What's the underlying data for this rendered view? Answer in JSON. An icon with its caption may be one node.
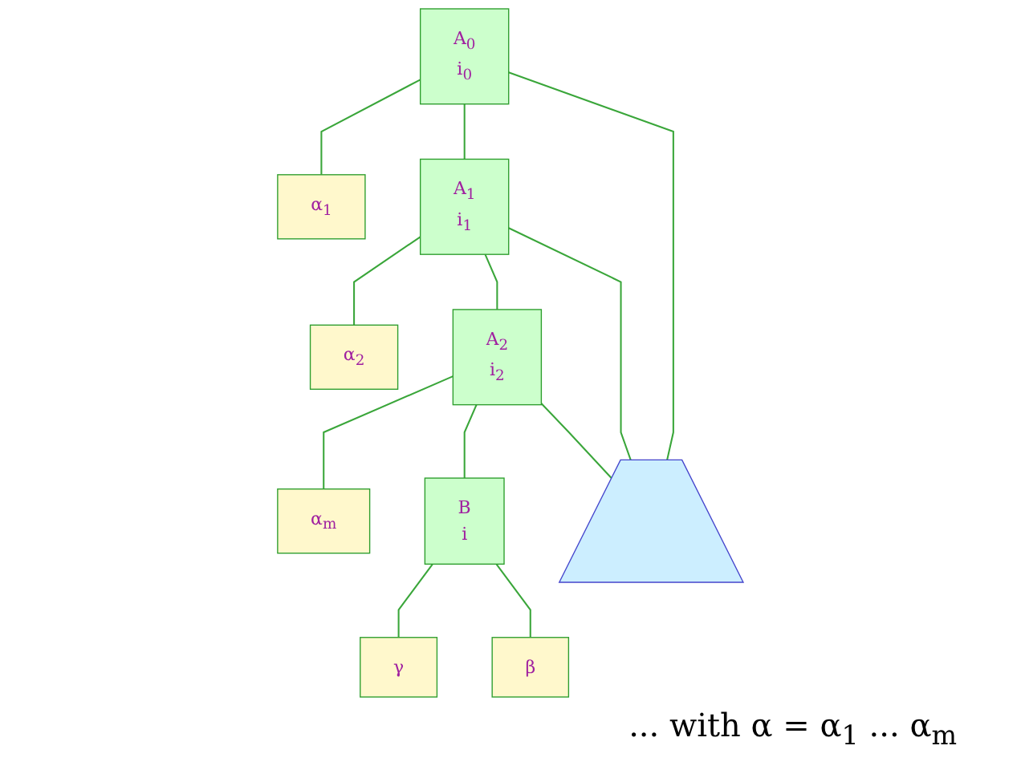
{
  "diagram": {
    "nodes": [
      {
        "text": [
          "A$_{0}$",
          "i$_{0}$"
        ]
      },
      {
        "text": [
          "α$_{1}$"
        ]
      },
      {
        "text": [
          "A$_{1}$",
          "i$_{1}$"
        ]
      },
      {
        "text": [
          "α$_{2}$"
        ]
      },
      {
        "text": [
          "A$_{2}$",
          "i$_{2}$"
        ]
      },
      {
        "text": [
          "α$_{m}$"
        ]
      },
      {
        "text": [
          "B",
          "i"
        ]
      },
      {
        "text": [
          "γ"
        ]
      },
      {
        "text": [
          "β"
        ]
      },
      {
        "text": [],
        "shape": "polygon"
      }
    ],
    "edges": [
      {
        "from": 0,
        "to": 1,
        "arrow": "none"
      },
      {
        "from": 0,
        "to": 2,
        "arrow": "none"
      },
      {
        "from": 0,
        "to": 9,
        "arrow": "none"
      },
      {
        "from": 2,
        "to": 3,
        "arrow": "none"
      },
      {
        "from": 2,
        "to": 4,
        "arrow": "none"
      },
      {
        "from": 2,
        "to": 9,
        "arrow": "none"
      },
      {
        "from": 4,
        "to": 5,
        "arrow": "none"
      },
      {
        "from": 4,
        "to": 6,
        "arrow": "none"
      },
      {
        "from": 4,
        "to": 9,
        "arrow": "none"
      },
      {
        "from": 6,
        "to": 7,
        "arrow": "none"
      },
      {
        "from": 6,
        "to": 8,
        "arrow": "none"
      }
    ],
    "labels": [
      "... with α = α$_{1}$ ... α$_{m}$"
    ]
  }
}
